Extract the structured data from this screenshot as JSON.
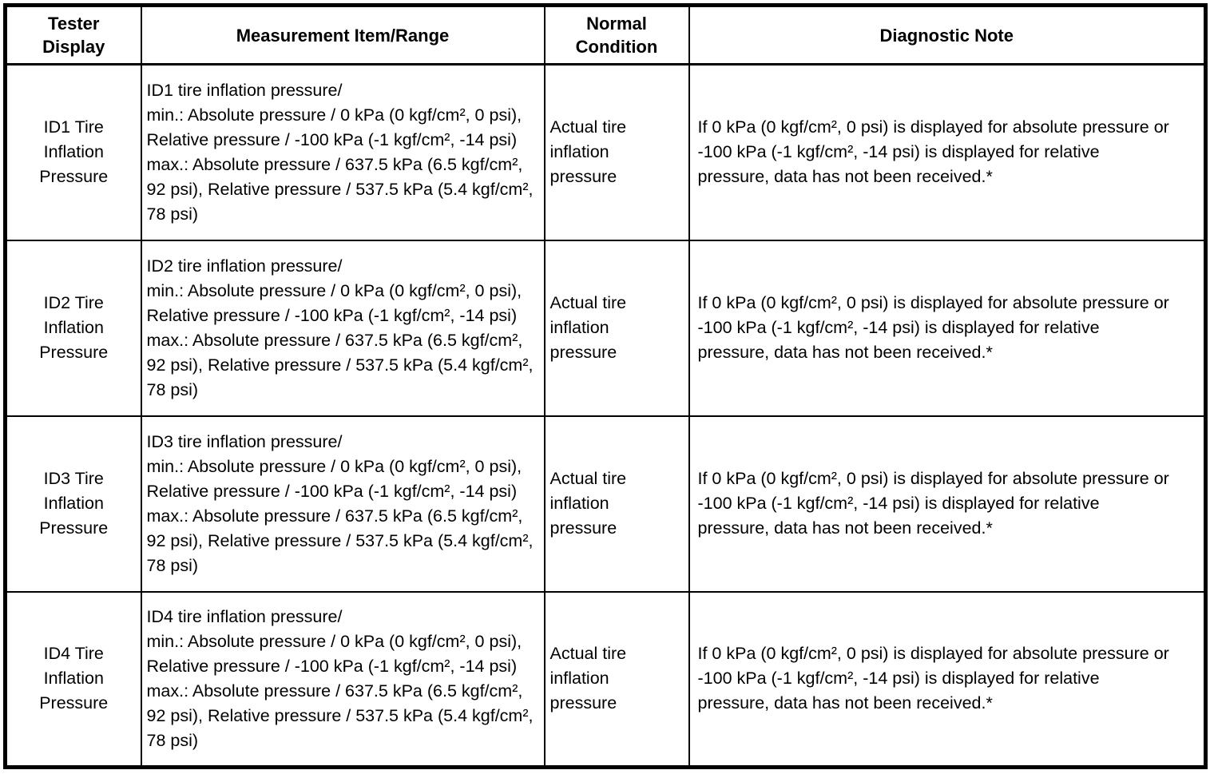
{
  "table": {
    "title": "tire-pressure-monitor-data-list",
    "columns": [
      {
        "label": "Tester\nDisplay"
      },
      {
        "label": "Measurement Item/Range"
      },
      {
        "label": "Normal\nCondition"
      },
      {
        "label": "Diagnostic Note"
      }
    ],
    "rows": [
      {
        "tester_display": "ID1 Tire\nInflation\nPressure",
        "measurement": "ID1 tire inflation pressure/\nmin.: Absolute pressure / 0 kPa (0 kgf/cm², 0 psi), Relative pressure / -100 kPa (-1 kgf/cm², -14 psi)\nmax.: Absolute pressure / 637.5 kPa (6.5 kgf/cm², 92 psi), Relative pressure / 537.5 kPa (5.4 kgf/cm², 78 psi)",
        "normal_condition": "Actual tire\ninflation\npressure",
        "diagnostic_note": "If 0 kPa (0 kgf/cm², 0 psi) is displayed for absolute pressure or -100 kPa (-1 kgf/cm², -14 psi) is displayed for relative pressure, data has not been received.*"
      },
      {
        "tester_display": "ID2 Tire\nInflation\nPressure",
        "measurement": "ID2 tire inflation pressure/\nmin.: Absolute pressure / 0 kPa (0 kgf/cm², 0 psi), Relative pressure / -100 kPa (-1 kgf/cm², -14 psi)\nmax.: Absolute pressure / 637.5 kPa (6.5 kgf/cm², 92 psi), Relative pressure / 537.5 kPa (5.4 kgf/cm², 78 psi)",
        "normal_condition": "Actual tire\ninflation\npressure",
        "diagnostic_note": "If 0 kPa (0 kgf/cm², 0 psi) is displayed for absolute pressure or -100 kPa (-1 kgf/cm², -14 psi) is displayed for relative pressure, data has not been received.*"
      },
      {
        "tester_display": "ID3 Tire\nInflation\nPressure",
        "measurement": "ID3 tire inflation pressure/\nmin.: Absolute pressure / 0 kPa (0 kgf/cm², 0 psi), Relative pressure / -100 kPa (-1 kgf/cm², -14 psi)\nmax.: Absolute pressure / 637.5 kPa (6.5 kgf/cm², 92 psi), Relative pressure / 537.5 kPa (5.4 kgf/cm², 78 psi)",
        "normal_condition": "Actual tire\ninflation\npressure",
        "diagnostic_note": "If 0 kPa (0 kgf/cm², 0 psi) is displayed for absolute pressure or -100 kPa (-1 kgf/cm², -14 psi) is displayed for relative pressure, data has not been received.*"
      },
      {
        "tester_display": "ID4 Tire\nInflation\nPressure",
        "measurement": "ID4 tire inflation pressure/\nmin.: Absolute pressure / 0 kPa (0 kgf/cm², 0 psi), Relative pressure / -100 kPa (-1 kgf/cm², -14 psi)\nmax.: Absolute pressure / 637.5 kPa (6.5 kgf/cm², 92 psi), Relative pressure / 537.5 kPa (5.4 kgf/cm², 78 psi)",
        "normal_condition": "Actual tire\ninflation\npressure",
        "diagnostic_note": "If 0 kPa (0 kgf/cm², 0 psi) is displayed for absolute pressure or -100 kPa (-1 kgf/cm², -14 psi) is displayed for relative pressure, data has not been received.*"
      }
    ]
  }
}
